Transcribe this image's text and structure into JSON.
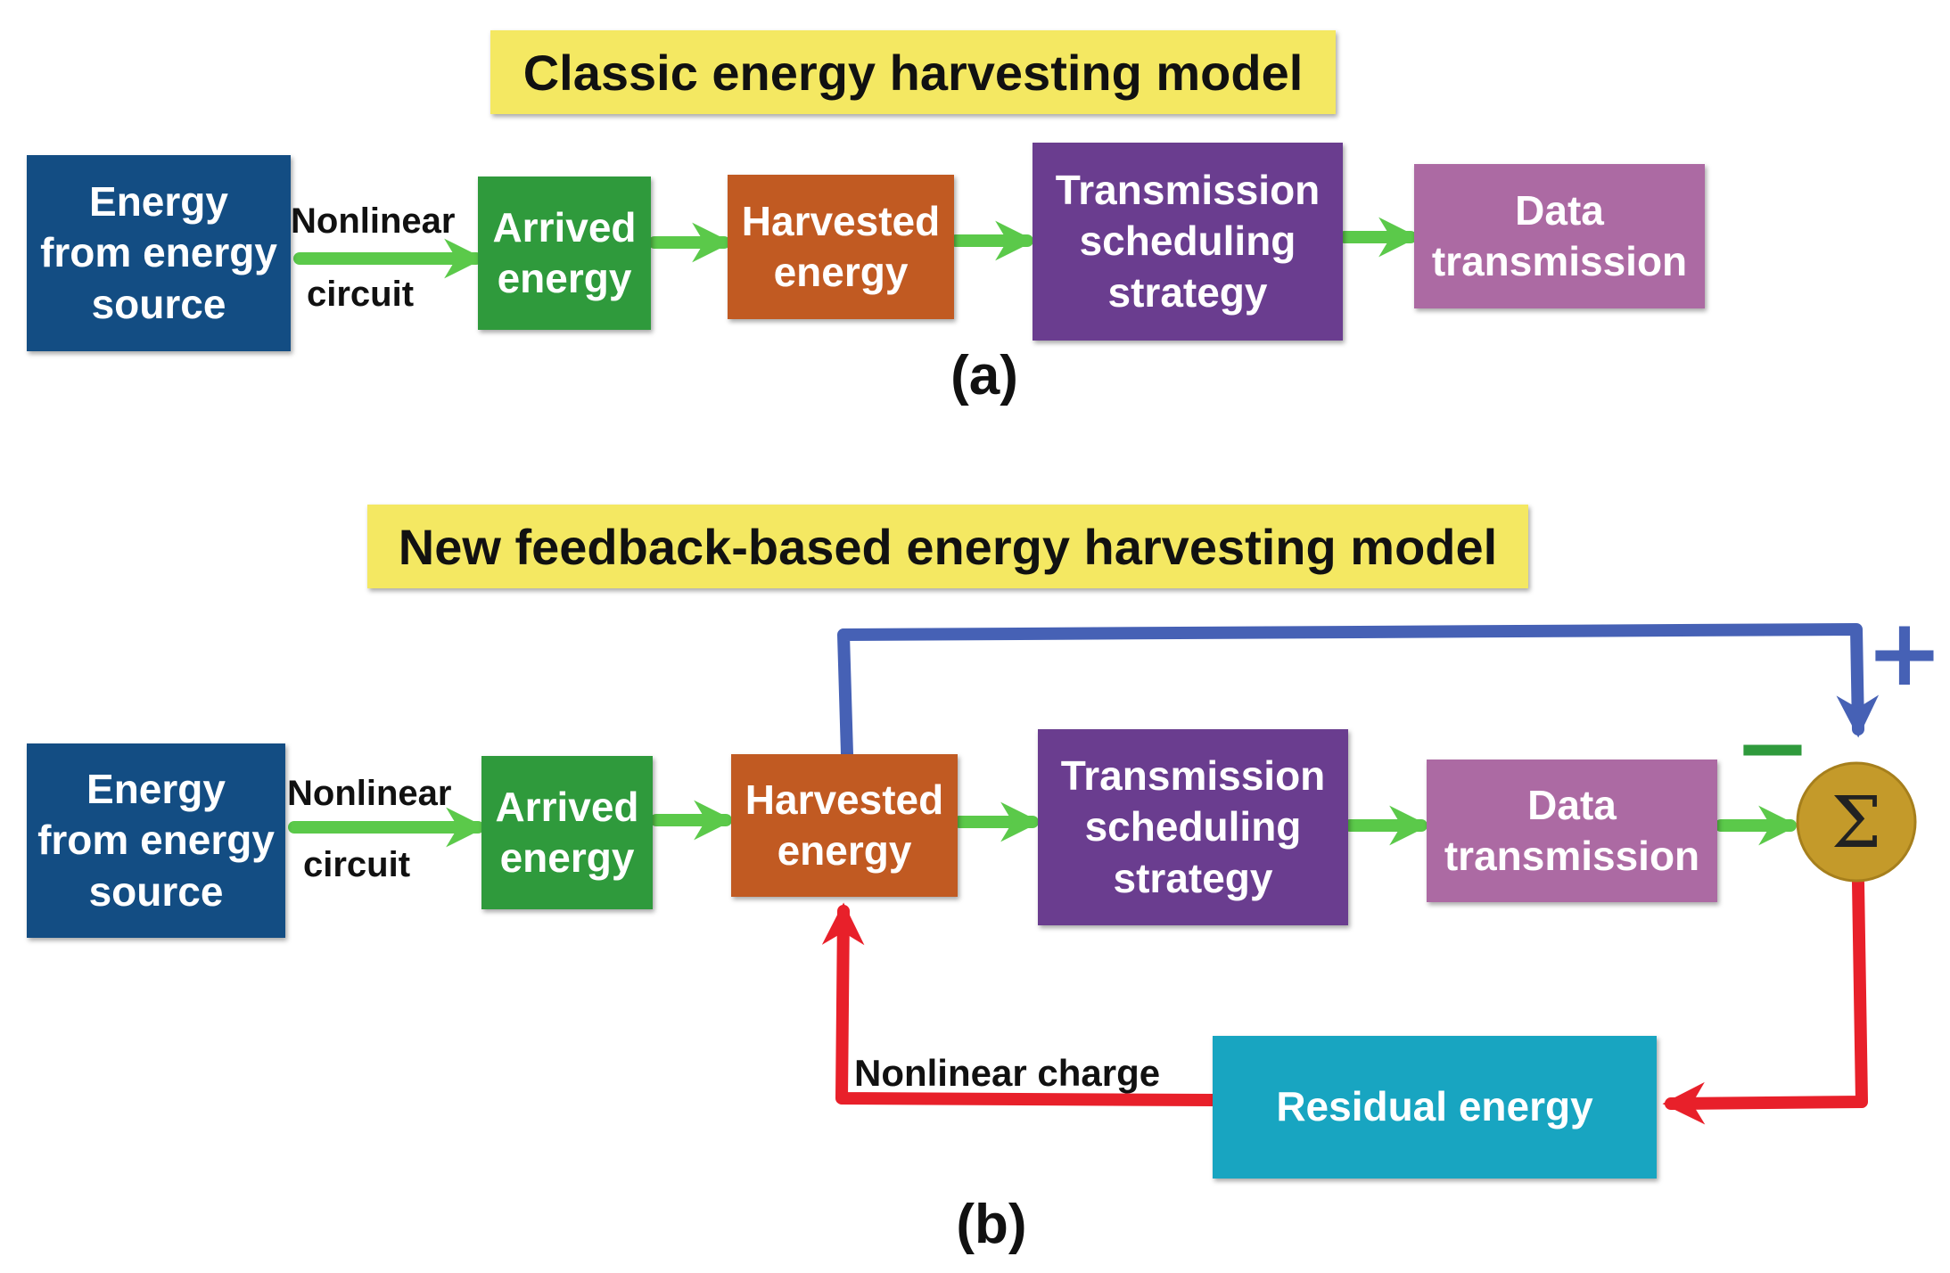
{
  "panel_a": {
    "title": "Classic energy harvesting model",
    "source": "Energy\nfrom energy\nsource",
    "link_top": "Nonlinear",
    "link_bottom": "circuit",
    "arrived": "Arrived\nenergy",
    "harvested": "Harvested\nenergy",
    "scheduling": "Transmission\nscheduling\nstrategy",
    "data": "Data\ntransmission",
    "caption": "(a)"
  },
  "panel_b": {
    "title": "New feedback-based energy harvesting model",
    "source": "Energy\nfrom energy\nsource",
    "link_top": "Nonlinear",
    "link_bottom": "circuit",
    "arrived": "Arrived\nenergy",
    "harvested": "Harvested\nenergy",
    "scheduling": "Transmission\nscheduling\nstrategy",
    "data": "Data\ntransmission",
    "sum_symbol": "Σ",
    "plus_sign": "+",
    "minus_sign": "−",
    "residual": "Residual energy",
    "charge_label": "Nonlinear charge",
    "caption": "(b)"
  },
  "colors": {
    "flow_arrow": "#5bc94a",
    "feedback_arrow": "#e8202a",
    "reference_line": "#4661b5",
    "summing_node": "#c49a2a",
    "title_background": "#f4e862"
  }
}
